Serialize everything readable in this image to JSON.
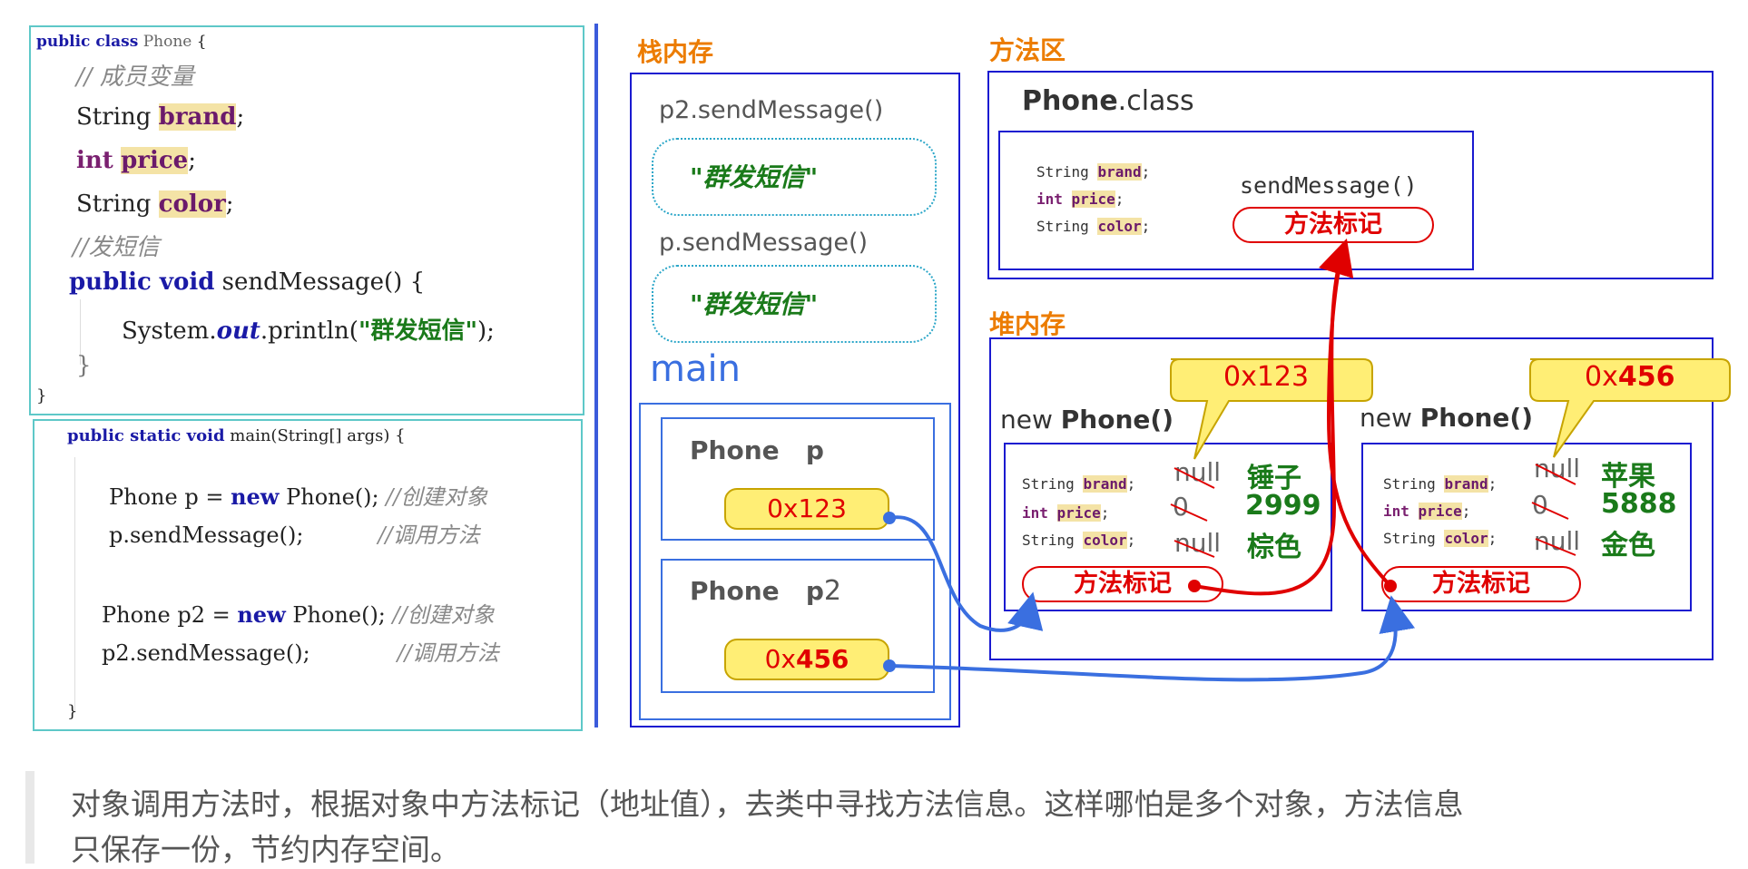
{
  "class_code": {
    "line1_kw": "public class",
    "line1_name": "Phone",
    "line1_brace": "{",
    "comment_members": "// 成员变量",
    "field1_type": "String",
    "field1_name": "brand",
    "field1_end": ";",
    "field2_type": "int",
    "field2_name": "price",
    "field2_end": ";",
    "field3_type": "String",
    "field3_name": "color",
    "field3_end": ";",
    "comment_send": "//发短信",
    "method_kw": "public void",
    "method_sig": "sendMessage() {",
    "body_prefix": "System.",
    "body_out": "out",
    "body_println": ".println(",
    "body_str": "\"群发短信\"",
    "body_end": ");",
    "close_inner": "}",
    "close_outer": "}"
  },
  "main_code": {
    "line1_kw": "public static void",
    "line1_rest": "main(String[] args) {",
    "l2_a": "Phone p = ",
    "l2_new": "new",
    "l2_b": " Phone();",
    "l2_cmt": "//创建对象",
    "l3": "p.sendMessage();",
    "l3_cmt": "//调用方法",
    "l4_a": "Phone p2 = ",
    "l4_new": "new",
    "l4_b": " Phone();",
    "l4_cmt": "//创建对象",
    "l5": "p2.sendMessage();",
    "l5_cmt": "//调用方法",
    "close": "}"
  },
  "stack": {
    "title": "栈内存",
    "frame1_label": "p2.sendMessage()",
    "frame1_msg": "\"群发短信\"",
    "frame2_label": "p.sendMessage()",
    "frame2_msg": "\"群发短信\"",
    "main_label": "main",
    "var1_label": "Phone   p",
    "var1_addr": "0x123",
    "var2_label": "Phone   p",
    "var2_sub": "2",
    "var2_addr_prefix": "0x",
    "var2_addr_bold": "456"
  },
  "method_area": {
    "title": "方法区",
    "class_name_bold": "Phone",
    "class_name_rest": ".class",
    "field1_type": "String",
    "field1_name": "brand",
    "field2_type": "int",
    "field2_name": "price",
    "field3_type": "String",
    "field3_name": "color",
    "semi": ";",
    "method_sig": "sendMessage()",
    "method_mark": "方法标记"
  },
  "heap": {
    "title": "堆内存",
    "obj1": {
      "callout": "0x123",
      "label_new": "new",
      "label_bold": "Phone()",
      "field1_type": "String",
      "field1_name": "brand",
      "field2_type": "int",
      "field2_name": "price",
      "field3_type": "String",
      "field3_name": "color",
      "old1": "null",
      "old2": "0",
      "old3": "null",
      "new1": "锤子",
      "new2": "2999",
      "new3": "棕色",
      "mark": "方法标记"
    },
    "obj2": {
      "callout_prefix": "0x",
      "callout_bold": "456",
      "label_new": "new",
      "label_bold": "Phone()",
      "field1_type": "String",
      "field1_name": "brand",
      "field2_type": "int",
      "field2_name": "price",
      "field3_type": "String",
      "field3_name": "color",
      "old1": "null",
      "old2": "0",
      "old3": "null",
      "new1": "苹果",
      "new2": "5888",
      "new3": "金色",
      "mark": "方法标记"
    }
  },
  "caption": {
    "line1": "对象调用方法时，根据对象中方法标记（地址值），去类中寻找方法信息。这样哪怕是多个对象，方法信息",
    "line2": "只保存一份，节约内存空间。"
  },
  "colors": {
    "teal_border": "#5ec8c8",
    "blue_border": "#1a1ad0",
    "orange_title": "#ec7c00",
    "red": "#e00000",
    "green": "#1a7a1a",
    "yellow": "#ffee75",
    "arrow_blue": "#3a6fe0"
  }
}
